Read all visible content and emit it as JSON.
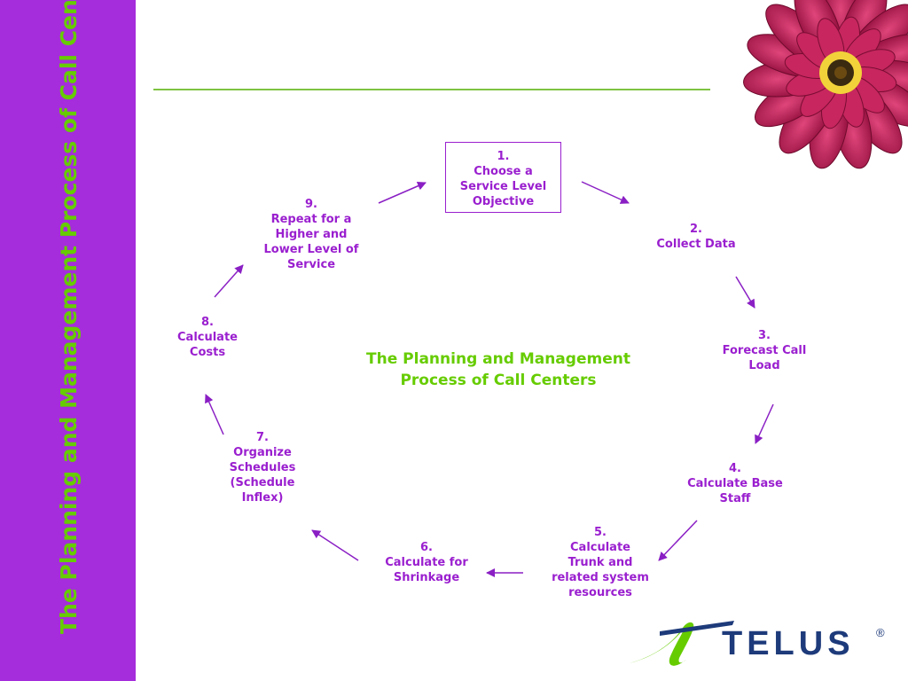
{
  "sidebar": {
    "title": "The Planning and Management Process of Call Centers"
  },
  "diagram": {
    "title_line1": "The Planning and Management",
    "title_line2": "Process of Call Centers",
    "steps": [
      {
        "number": "1.",
        "lines": [
          "Choose a",
          "Service Level",
          "Objective"
        ]
      },
      {
        "number": "2.",
        "lines": [
          "Collect Data"
        ]
      },
      {
        "number": "3.",
        "lines": [
          "Forecast Call",
          "Load"
        ]
      },
      {
        "number": "4.",
        "lines": [
          "Calculate Base",
          "Staff"
        ]
      },
      {
        "number": "5.",
        "lines": [
          "Calculate",
          "Trunk and",
          "related system",
          "resources"
        ]
      },
      {
        "number": "6.",
        "lines": [
          "Calculate for",
          "Shrinkage"
        ]
      },
      {
        "number": "7.",
        "lines": [
          "Organize",
          "Schedules",
          "(Schedule",
          "Inflex)"
        ]
      },
      {
        "number": "8.",
        "lines": [
          "Calculate",
          "Costs"
        ]
      },
      {
        "number": "9.",
        "lines": [
          "Repeat for a",
          "Higher and",
          "Lower Level of",
          "Service"
        ]
      }
    ]
  },
  "logo": {
    "text": "TELUS",
    "mark": "®"
  },
  "colors": {
    "sidebar": "#a52ddb",
    "accent_green": "#66cc00",
    "step_text": "#9a1fcf",
    "arrow": "#8a1fc4",
    "logo_navy": "#1d3a7a"
  }
}
